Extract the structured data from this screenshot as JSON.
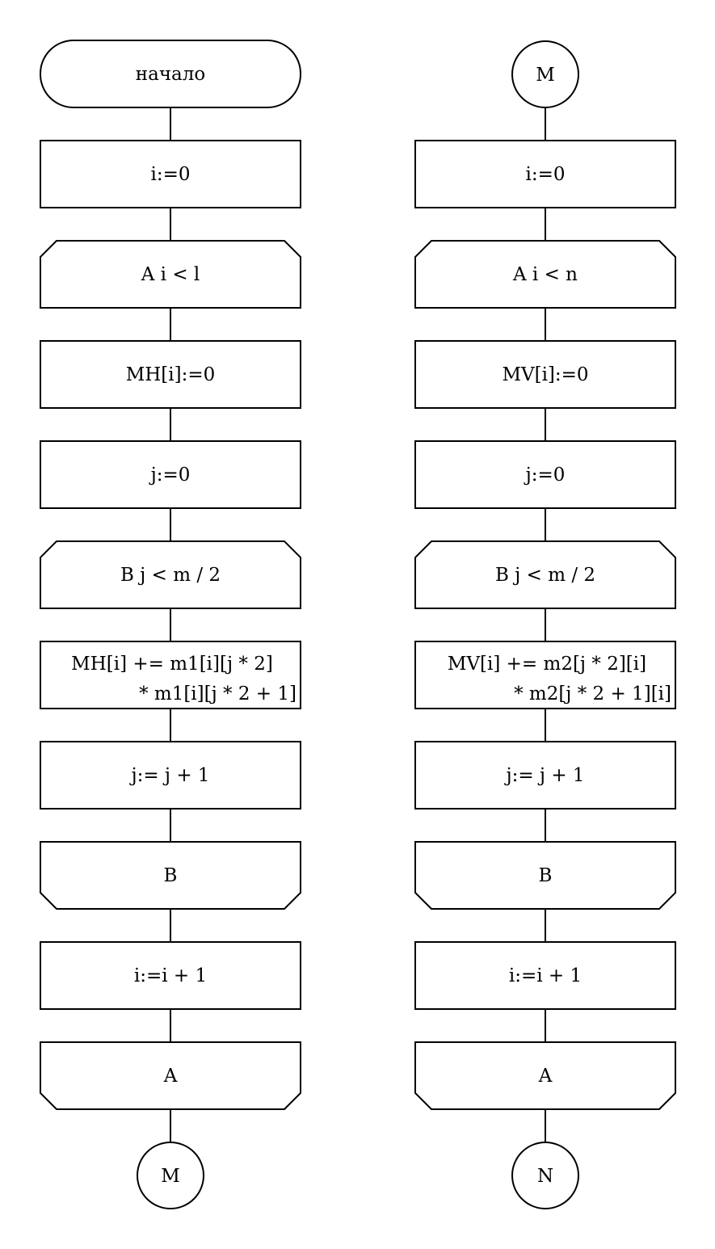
{
  "left_column": {
    "start_label": "начало",
    "init_i": "i:=0",
    "loop_a_start": "A i < l",
    "init_mh": "MH[i]:=0",
    "init_j": "j:=0",
    "loop_b_start": "B j < m / 2",
    "mh_accumulate_line1": "MH[i] += m1[i][j * 2]",
    "mh_accumulate_line2": "* m1[i][j * 2 + 1]",
    "increment_j": "j:= j + 1",
    "loop_b_end": "B",
    "increment_i": "i:=i + 1",
    "loop_a_end": "A",
    "connector_out": "M"
  },
  "right_column": {
    "connector_in": "M",
    "init_i": "i:=0",
    "loop_a_start": "A i < n",
    "init_mv": "MV[i]:=0",
    "init_j": "j:=0",
    "loop_b_start": "B j < m / 2",
    "mv_accumulate_line1": "MV[i] += m2[j * 2][i]",
    "mv_accumulate_line2": "* m2[j * 2 + 1][i]",
    "increment_j": "j:= j + 1",
    "loop_b_end": "B",
    "increment_i": "i:=i + 1",
    "loop_a_end": "A",
    "connector_out": "N"
  }
}
